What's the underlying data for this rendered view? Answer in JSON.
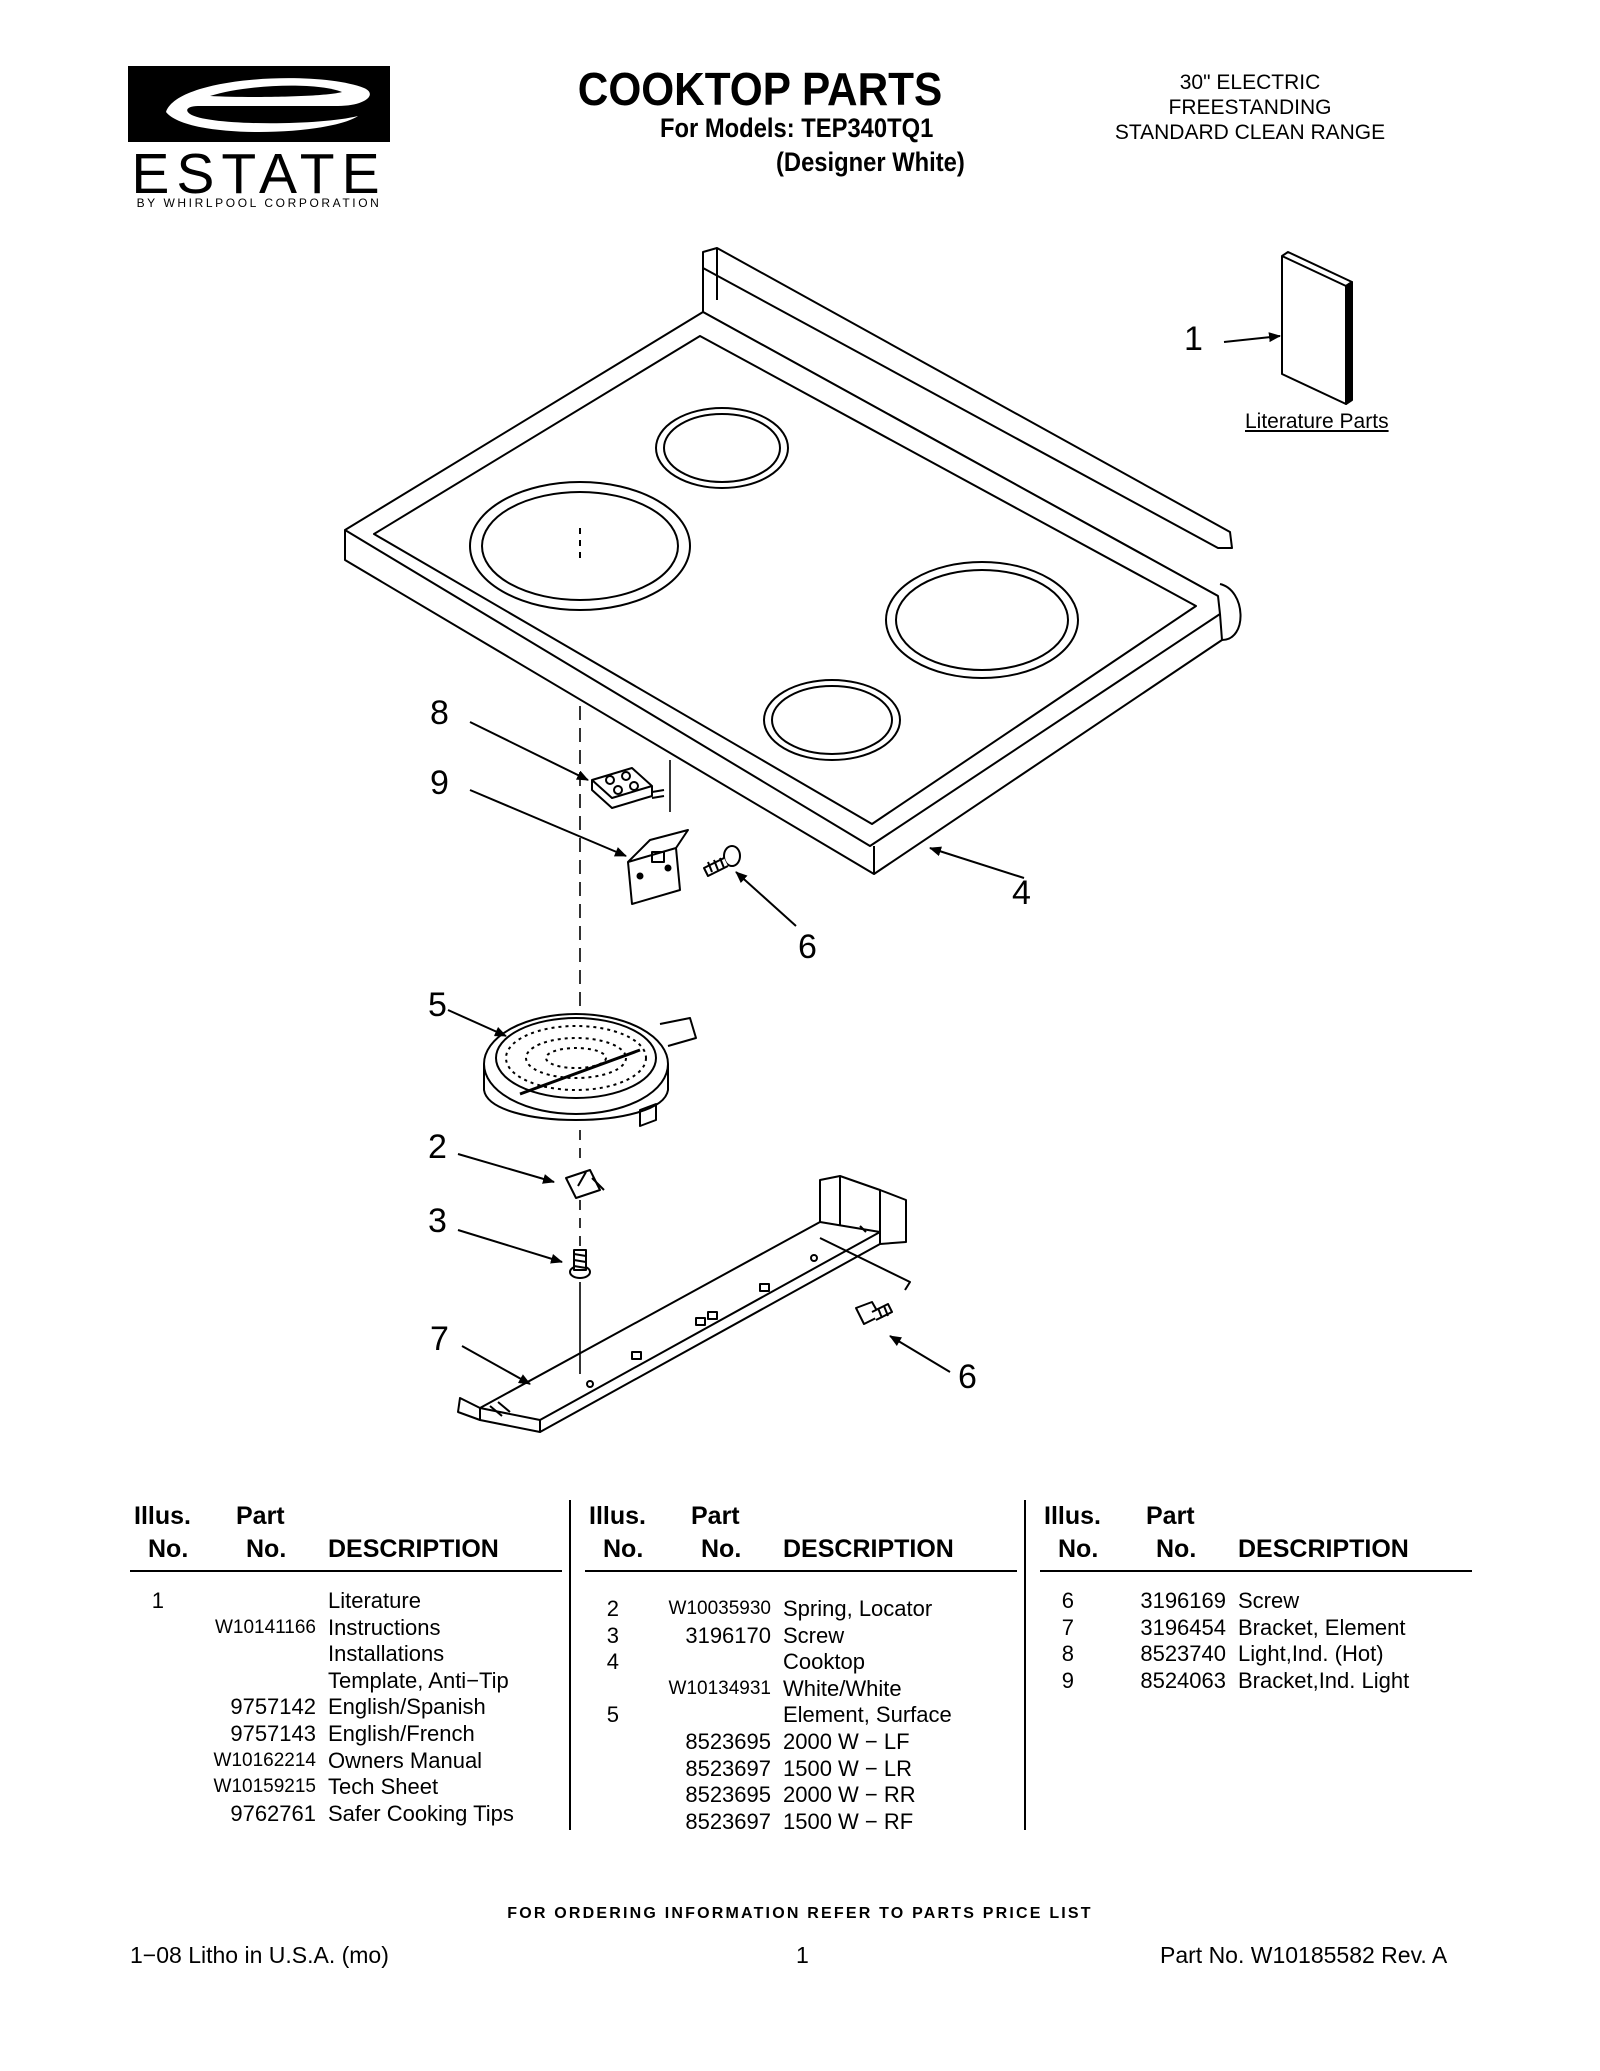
{
  "brand": {
    "name": "ESTATE",
    "tagline": "BY WHIRLPOOL CORPORATION"
  },
  "header": {
    "title": "COOKTOP PARTS",
    "models_line": "For Models: TEP340TQ1",
    "color_line": "(Designer White)",
    "product_line1": "30\" ELECTRIC FREESTANDING",
    "product_line2": "STANDARD CLEAN RANGE"
  },
  "diagram": {
    "callouts": [
      "1",
      "8",
      "9",
      "6",
      "4",
      "5",
      "2",
      "3",
      "7",
      "6"
    ],
    "literature_label": "Literature Parts"
  },
  "table": {
    "headers": {
      "illus_1": "Illus.",
      "illus_2": "No.",
      "part_1": "Part",
      "part_2": "No.",
      "desc": "DESCRIPTION"
    },
    "columns": [
      [
        {
          "illus": "1",
          "part": "",
          "desc": "Literature"
        },
        {
          "illus": "",
          "part": "W10141166",
          "desc": "Instructions"
        },
        {
          "illus": "",
          "part": "",
          "desc": "Installations"
        },
        {
          "illus": "",
          "part": "",
          "desc": "Template, Anti−Tip"
        },
        {
          "illus": "",
          "part": "9757142",
          "desc": "English/Spanish"
        },
        {
          "illus": "",
          "part": "9757143",
          "desc": "English/French"
        },
        {
          "illus": "",
          "part": "W10162214",
          "desc": "Owners Manual"
        },
        {
          "illus": "",
          "part": "W10159215",
          "desc": "Tech Sheet"
        },
        {
          "illus": "",
          "part": "9762761",
          "desc": "Safer Cooking Tips"
        }
      ],
      [
        {
          "illus": "2",
          "part": "W10035930",
          "desc": "Spring, Locator"
        },
        {
          "illus": "3",
          "part": "3196170",
          "desc": "Screw"
        },
        {
          "illus": "4",
          "part": "",
          "desc": "Cooktop"
        },
        {
          "illus": "",
          "part": "W10134931",
          "desc": "White/White"
        },
        {
          "illus": "5",
          "part": "",
          "desc": "Element, Surface"
        },
        {
          "illus": "",
          "part": "8523695",
          "desc": "2000 W − LF"
        },
        {
          "illus": "",
          "part": "8523697",
          "desc": "1500 W − LR"
        },
        {
          "illus": "",
          "part": "8523695",
          "desc": "2000 W − RR"
        },
        {
          "illus": "",
          "part": "8523697",
          "desc": "1500 W − RF"
        }
      ],
      [
        {
          "illus": "6",
          "part": "3196169",
          "desc": "Screw"
        },
        {
          "illus": "7",
          "part": "3196454",
          "desc": "Bracket, Element"
        },
        {
          "illus": "8",
          "part": "8523740",
          "desc": "Light,Ind. (Hot)"
        },
        {
          "illus": "9",
          "part": "8524063",
          "desc": "Bracket,Ind. Light"
        }
      ]
    ]
  },
  "ordering_note": "FOR ORDERING INFORMATION REFER TO PARTS PRICE LIST",
  "footer": {
    "left": "1−08 Litho in U.S.A. (mo)",
    "page": "1",
    "right": "Part No. W10185582 Rev. A"
  }
}
